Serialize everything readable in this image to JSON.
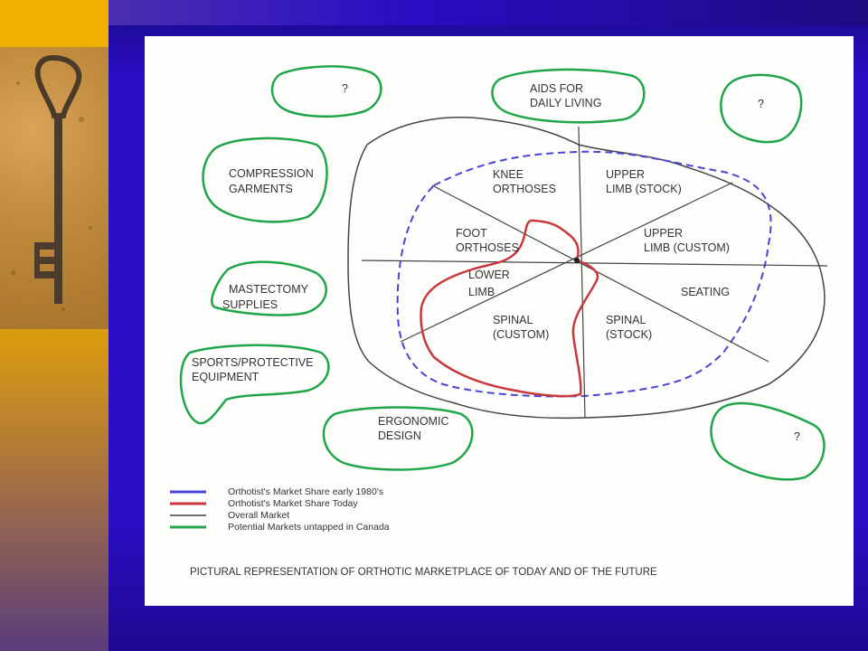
{
  "slide": {
    "segments": {
      "knee": [
        "KNEE",
        "ORTHOSES"
      ],
      "upper_stock": [
        "UPPER",
        "LIMB (STOCK)"
      ],
      "foot": [
        "FOOT",
        "ORTHOSES"
      ],
      "upper_custom": [
        "UPPER",
        "LIMB (CUSTOM)"
      ],
      "lower": [
        "LOWER",
        "LIMB"
      ],
      "seating": [
        "SEATING"
      ],
      "spinal_custom": [
        "SPINAL",
        "(CUSTOM)"
      ],
      "spinal_stock": [
        "SPINAL",
        "(STOCK)"
      ]
    },
    "potential_markets": {
      "q1": "?",
      "aids": [
        "AIDS FOR",
        "DAILY LIVING"
      ],
      "q2": "?",
      "compression": [
        "COMPRESSION",
        "GARMENTS"
      ],
      "mastectomy": [
        "MASTECTOMY",
        "SUPPLIES"
      ],
      "sports": [
        "SPORTS/PROTECTIVE",
        "EQUIPMENT"
      ],
      "ergonomic": [
        "ERGONOMIC",
        "DESIGN"
      ],
      "q3": "?"
    },
    "legend": [
      {
        "label": "Orthotist's Market Share early 1980's",
        "color": "#4a44d8"
      },
      {
        "label": "Orthotist's Market Share Today",
        "color": "#c8383c"
      },
      {
        "label": "Overall Market",
        "color": "#444444"
      },
      {
        "label": "Potential Markets untapped in Canada",
        "color": "#1fa64a"
      }
    ],
    "caption": "PICTURAL REPRESENTATION OF ORTHOTIC MARKETPLACE OF TODAY AND OF THE FUTURE"
  }
}
